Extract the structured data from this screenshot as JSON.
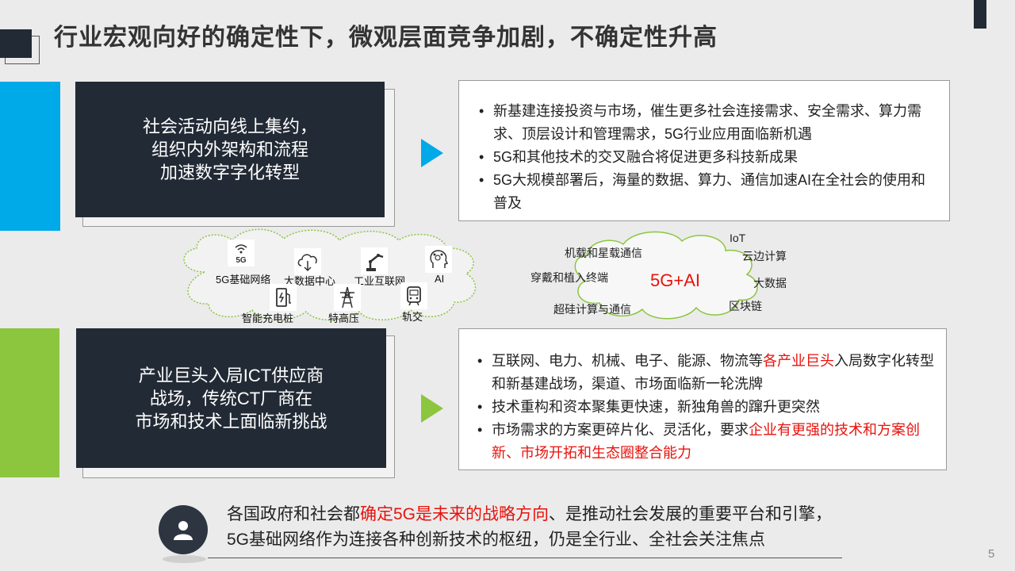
{
  "title": "行业宏观向好的确定性下，微观层面竞争加剧，不确定性升高",
  "card1": {
    "line1": "社会活动向线上集约，",
    "line2": "组织内外架构和流程",
    "line3": "加速数字字化转型"
  },
  "card2": {
    "line1": "产业巨头入局ICT供应商",
    "line2": "战场，传统CT厂商在",
    "line3": "市场和技术上面临新挑战"
  },
  "bullets1": [
    "新基建连接投资与市场，催生更多社会连接需求、安全需求、算力需求、顶层设计和管理需求，5G行业应用面临新机遇",
    "5G和其他技术的交叉融合将促进更多科技新成果",
    "5G大规模部署后，海量的数据、算力、通信加速AI在全社会的使用和普及"
  ],
  "bullets2": {
    "b1_pre": "互联网、电力、机械、电子、能源、物流等",
    "b1_red": "各产业巨头",
    "b1_post": "入局数字化转型和新基建战场，渠道、市场面临新一轮洗牌",
    "b2": "技术重构和资本聚集更快速，新独角兽的蹿升更突然",
    "b3_pre": "市场需求的方案更碎片化、灵活化，要求",
    "b3_red": "企业有更强的技术和方案创新、市场开拓和生态圈整合能力"
  },
  "cloud1": {
    "items": [
      {
        "label": "5G基础网络",
        "icon": "wifi-5g-icon"
      },
      {
        "label": "大数据中心",
        "icon": "cloud-download-icon"
      },
      {
        "label": "工业互联网",
        "icon": "robot-arm-icon"
      },
      {
        "label": "AI",
        "icon": "ai-head-icon"
      },
      {
        "label": "智能充电桩",
        "icon": "charging-pile-icon"
      },
      {
        "label": "特高压",
        "icon": "power-tower-icon"
      },
      {
        "label": "轨交",
        "icon": "train-icon"
      }
    ],
    "badge_5g": "5G"
  },
  "cloud2": {
    "center": "5G+AI",
    "labels": [
      "机载和星载通信",
      "IoT",
      "云边计算",
      "穿戴和植入终端",
      "大数据",
      "超硅计算与通信",
      "区块链"
    ]
  },
  "bottom": {
    "line1_pre": "各国政府和社会都",
    "line1_red": "确定5G是未来的战略方向",
    "line1_post": "、是推动社会发展的重要平台和引擎，",
    "line2": "5G基础网络作为连接各种创新技术的枢纽，仍是全行业、全社会关注焦点"
  },
  "page_number": "5",
  "colors": {
    "accent_blue": "#00a9e8",
    "accent_green": "#8cc63f",
    "dark": "#222a35",
    "highlight_red": "#e8120c"
  }
}
